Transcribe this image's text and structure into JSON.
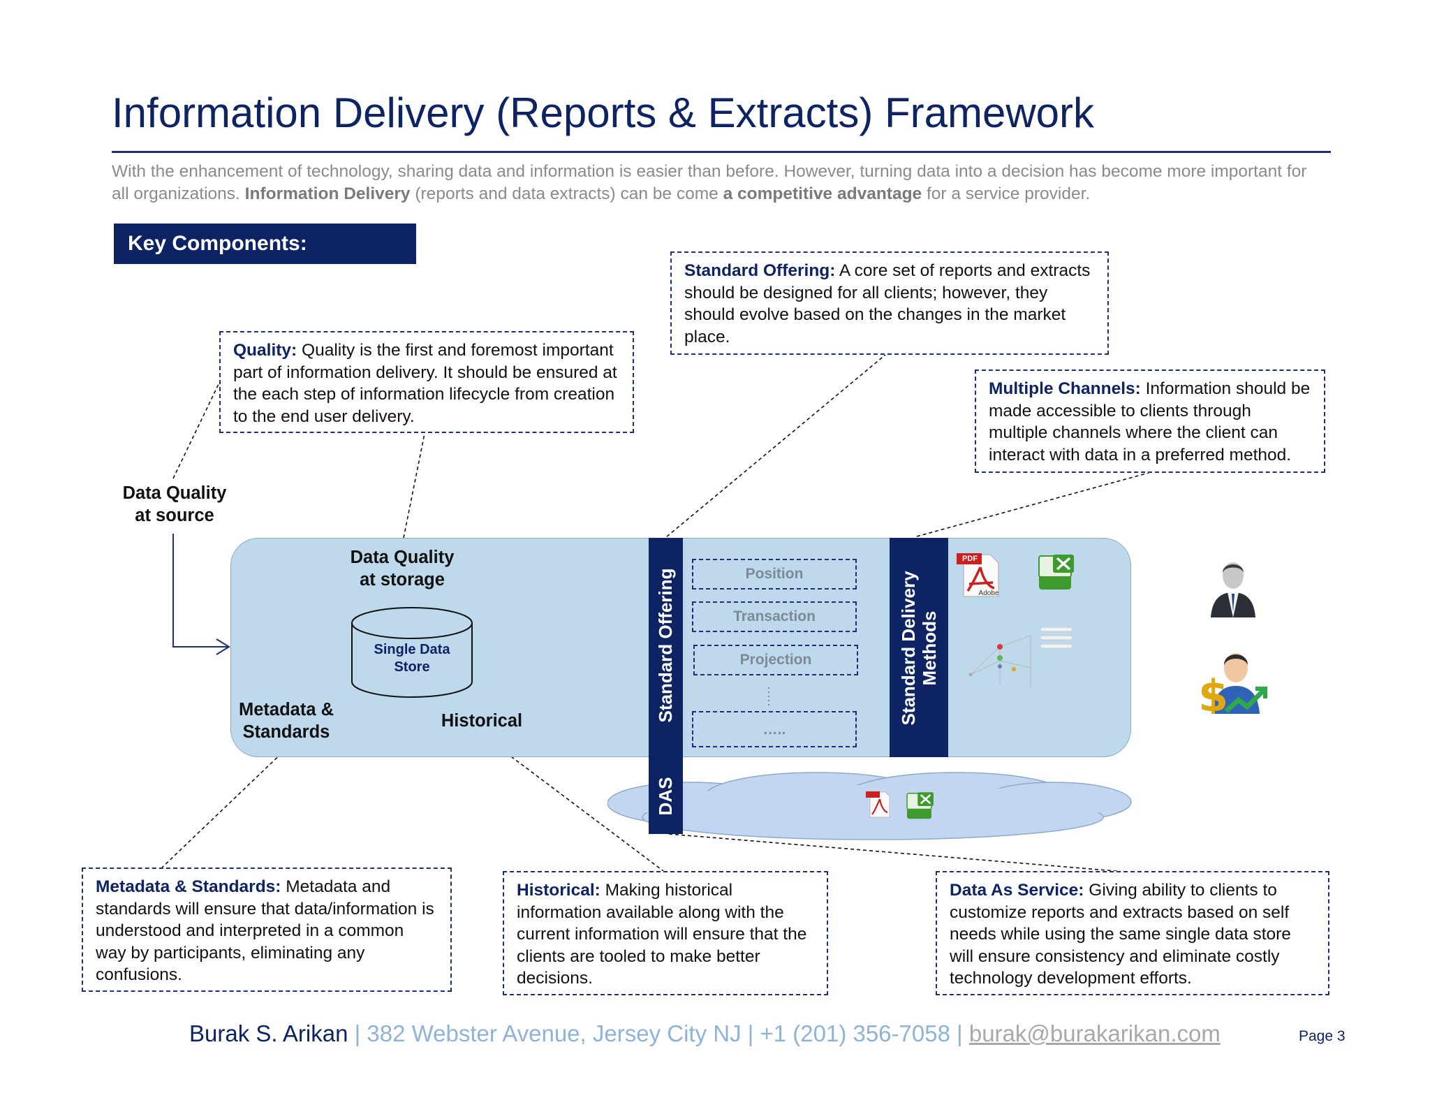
{
  "title": "Information Delivery (Reports & Extracts) Framework",
  "intro": {
    "part1": "With the enhancement of technology, sharing data and information is easier than before. However, turning data into a decision has become more important for all organizations. ",
    "bold1": "Information Delivery",
    "part2": " (reports and data extracts) can be come ",
    "bold2": "a competitive advantage",
    "part3": " for a service provider."
  },
  "key_components": "Key Components:",
  "callouts": {
    "standard_offering": {
      "title": "Standard Offering:",
      "text": " A core set of reports and extracts should be designed for all clients; however, they should evolve based on the changes in the market place."
    },
    "quality": {
      "title": "Quality:",
      "text": " Quality is the first and foremost important part of information delivery. It should be ensured at the each step of information lifecycle from creation to the end user delivery."
    },
    "multiple_channels": {
      "title": "Multiple Channels:",
      "text": " Information should be made accessible to clients through multiple channels where the client can interact with data in a preferred method."
    },
    "metadata": {
      "title": "Metadata & Standards:",
      "text": " Metadata and standards will ensure that data/information is understood and interpreted in a common way by participants, eliminating any confusions."
    },
    "historical": {
      "title": "Historical:",
      "text": " Making historical information available along with the current information will ensure that the clients are tooled to make better decisions."
    },
    "das": {
      "title": "Data As Service:",
      "text": " Giving ability to clients to customize reports and extracts based on self needs while using the same single data store will ensure consistency and eliminate costly technology development efforts."
    }
  },
  "diagram": {
    "dq_source_line1": "Data Quality",
    "dq_source_line2": "at source",
    "dq_storage_line1": "Data Quality",
    "dq_storage_line2": "at storage",
    "store_line1": "Single Data",
    "store_line2": "Store",
    "metadata_line1": "Metadata &",
    "metadata_line2": "Standards",
    "historical": "Historical",
    "standard_offering_bar": "Standard Offering",
    "das_bar": "DAS",
    "delivery_line1": "Standard Delivery",
    "delivery_line2": "Methods",
    "offerings": [
      "Position",
      "Transaction",
      "Projection",
      "….."
    ],
    "pdf_label": "PDF",
    "adobe_label": "Adobe"
  },
  "footer": {
    "name": "Burak S. Arikan",
    "address": " | 382 Webster Avenue, Jersey City NJ | +1 (201) 356-7058 | ",
    "email": "burak@burakarikan.com"
  },
  "page_number": "Page 3",
  "colors": {
    "navy": "#0e2363",
    "box_fill": "#bed9ec",
    "cloud_fill": "#c2d6f2",
    "muted_text": "#8a8a8a"
  }
}
